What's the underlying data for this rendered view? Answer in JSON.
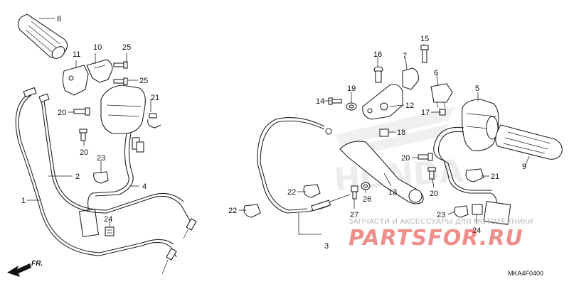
{
  "diagram": {
    "callouts": [
      "1",
      "2",
      "3",
      "4",
      "5",
      "6",
      "7",
      "8",
      "9",
      "10",
      "11",
      "12",
      "13",
      "14",
      "15",
      "16",
      "17",
      "18",
      "19",
      "20",
      "20",
      "20",
      "20",
      "21",
      "21",
      "22",
      "22",
      "23",
      "23",
      "24",
      "24",
      "25",
      "25",
      "26",
      "27"
    ],
    "direction_label": "FR.",
    "drawing_code": "MKA4F0400"
  },
  "watermark": {
    "caption": "ЗАПЧАСТИ И АКСЕССУАРЫ ДЛЯ МОТОТЕХНИКИ",
    "logo": "PARTSFOR.RU",
    "background_logo": "HONDA"
  }
}
